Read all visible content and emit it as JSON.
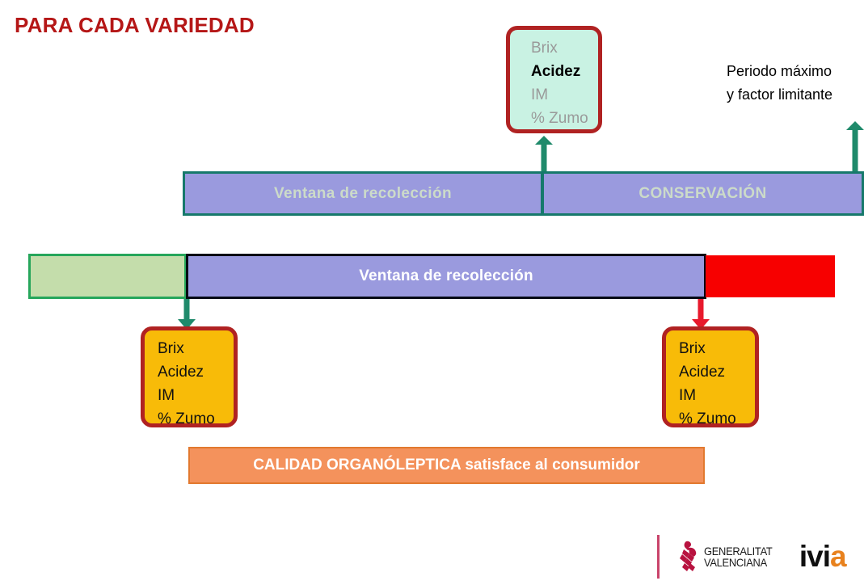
{
  "slide": {
    "title": "PARA CADA VARIEDAD",
    "title_color": "#b51717",
    "background": "#ffffff"
  },
  "acidez_box": {
    "name": "top-quality-parameters",
    "fill_color": "#c9f2e3",
    "border_color": "#b02222",
    "lines": [
      {
        "text": "Brix",
        "emphasis": false
      },
      {
        "text": "Acidez",
        "emphasis": true
      },
      {
        "text": "IM",
        "emphasis": false
      },
      {
        "text": "% Zumo",
        "emphasis": false
      }
    ]
  },
  "periodo_note": {
    "line1": "Periodo máximo",
    "line2": "y factor limitante"
  },
  "upper_bar": {
    "border_color": "#16796b",
    "fill_color": "#9a9ade",
    "label_color": "#ccdbc9",
    "segments": [
      {
        "label": "Ventana de recolección"
      },
      {
        "label": "CONSERVACIÓN"
      }
    ]
  },
  "lower_bar": {
    "segments": [
      {
        "label": "",
        "fill_color": "#c4ddab",
        "border_color": "#26a65b"
      },
      {
        "label": "Ventana de recolección",
        "fill_color": "#9a9ade",
        "border_color": "#050a14"
      },
      {
        "label": "",
        "fill_color": "#f70000",
        "border_color": "#f70000"
      }
    ]
  },
  "metric_box_left": {
    "fill_color": "#f8bb08",
    "border_color": "#b02222",
    "lines": [
      {
        "text": "Brix"
      },
      {
        "text": "Acidez"
      },
      {
        "text": "IM"
      },
      {
        "text": "% Zumo"
      }
    ]
  },
  "metric_box_right": {
    "fill_color": "#f8bb08",
    "border_color": "#b02222",
    "lines": [
      {
        "text": "Brix"
      },
      {
        "text": "Acidez"
      },
      {
        "text": "IM"
      },
      {
        "text": "% Zumo"
      }
    ]
  },
  "quality_banner": {
    "text": "CALIDAD ORGANÓLEPTICA satisface al consumidor",
    "fill_color": "#f4925c",
    "border_color": "#e2792f",
    "text_color": "#ffffff"
  },
  "arrows": [
    {
      "name": "green-arrow-up-center",
      "direction": "up",
      "color": "#1f8a6b"
    },
    {
      "name": "green-arrow-up-right",
      "direction": "up",
      "color": "#1f8a6b"
    },
    {
      "name": "green-arrow-down-left",
      "direction": "down",
      "color": "#1f8a6b"
    },
    {
      "name": "red-arrow-down-right",
      "direction": "down",
      "color": "#e8192c"
    }
  ],
  "footer": {
    "gva": {
      "line1": "GENERALITAT",
      "line2": "VALENCIANA",
      "emblem_color": "#b8123f"
    },
    "ivia": {
      "dark_part": "ivi",
      "accent_part": "a",
      "accent_color": "#e8821e"
    }
  }
}
